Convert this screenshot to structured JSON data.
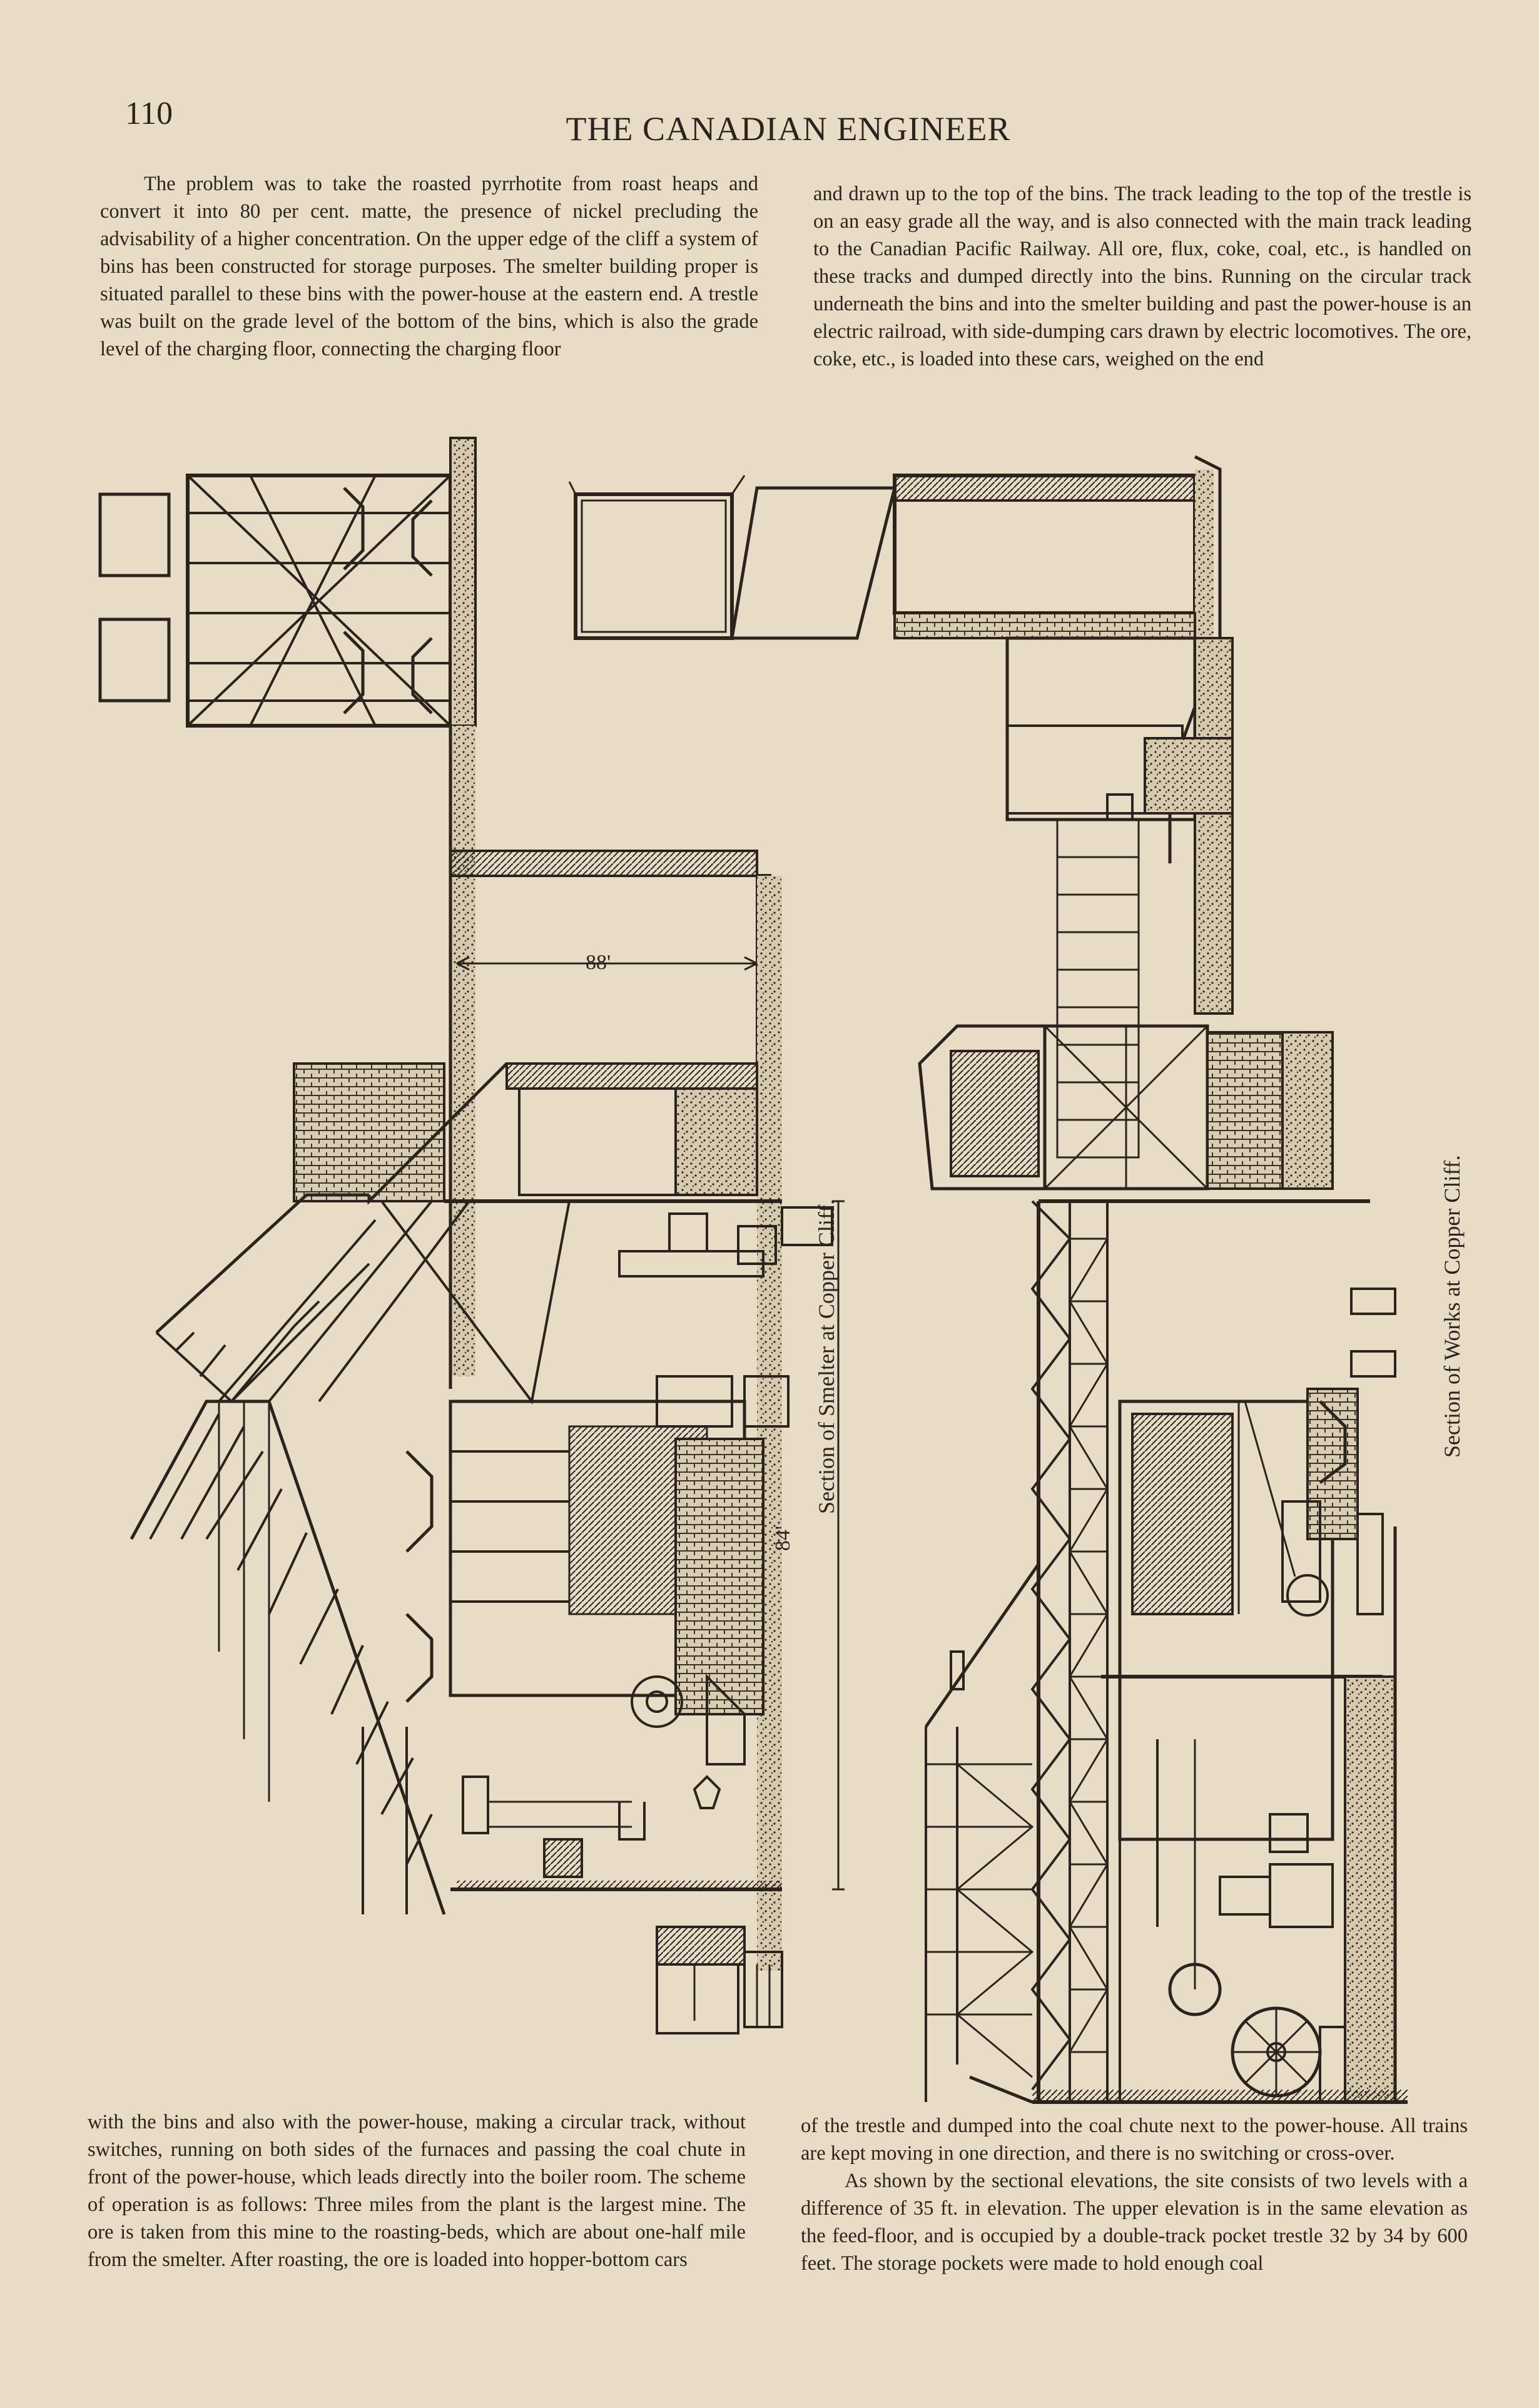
{
  "header": {
    "page_number": "110",
    "running_head": "THE CANADIAN ENGINEER"
  },
  "text": {
    "top_left": "The problem was to take the roasted pyrrhotite from roast heaps and convert it into 80 per cent. matte, the presence of nickel precluding the advisability of a higher concentration. On the upper edge of the cliff a system of bins has been constructed for storage purposes. The smelter building proper is situated parallel to these bins with the power-house at the eastern end. A trestle was built on the grade level of the bottom of the bins, which is also the grade level of the charging floor, connecting the charging floor",
    "top_right": "and drawn up to the top of the bins. The track leading to the top of the trestle is on an easy grade all the way, and is also connected with the main track leading to the Canadian Pacific Railway. All ore, flux, coke, coal, etc., is handled on these tracks and dumped directly into the bins. Running on the circular track underneath the bins and into the smelter building and past the power-house is an electric railroad, with side-dumping cars drawn by electric locomotives. The ore, coke, etc., is loaded into these cars, weighed on the end",
    "bottom_left": "with the bins and also with the power-house, making a circular track, without switches, running on both sides of the furnaces and passing the coal chute in front of the power-house, which leads directly into the boiler room. The scheme of operation is as follows: Three miles from the plant is the largest mine. The ore is taken from this mine to the roasting-beds, which are about one-half mile from the smelter. After roasting, the ore is loaded into hopper-bottom cars",
    "bottom_right_1": "of the trestle and dumped into the coal chute next to the power-house. All trains are kept moving in one direction, and there is no switching or cross-over.",
    "bottom_right_2": "As shown by the sectional elevations, the site consists of two levels with a difference of 35 ft. in elevation. The upper elevation is in the same elevation as the feed-floor, and is occupied by a double-track pocket trestle 32 by 34 by 600 feet. The storage pockets were made to hold enough coal"
  },
  "figure": {
    "caption_smelter": "Section of Smelter at Copper Cliff.",
    "caption_works": "Section of Works at Copper Cliff.",
    "dim_top": "88'",
    "dim_side": "84'"
  }
}
